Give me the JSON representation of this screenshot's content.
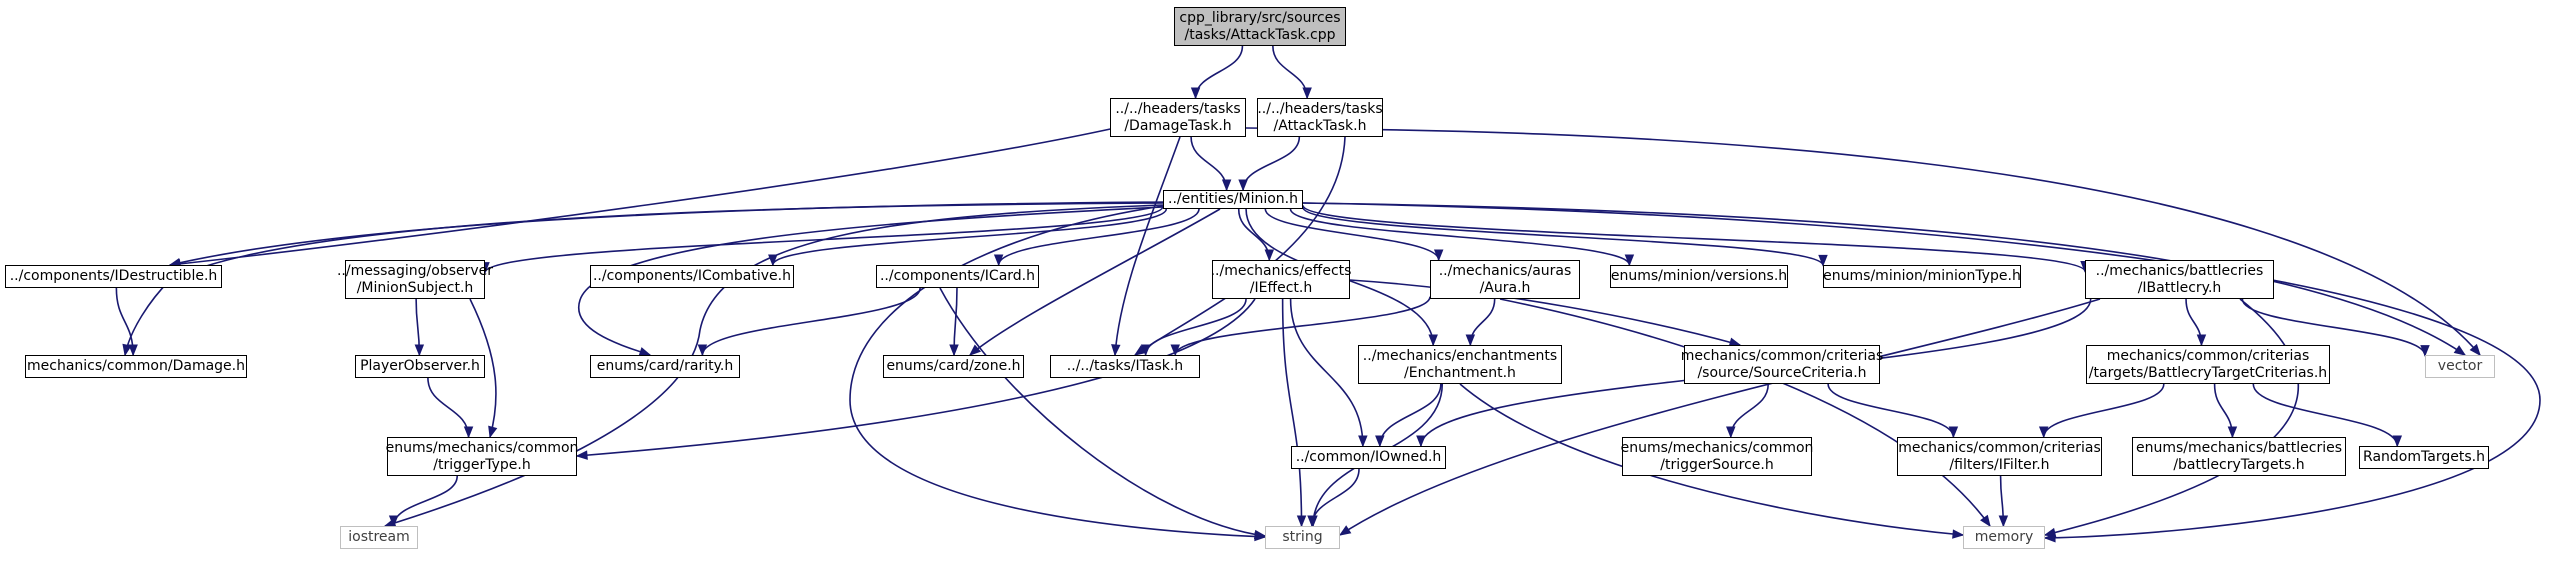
{
  "graph": {
    "edge_color": "#191970",
    "root_fill": "#bfbfbf",
    "external_border": "#bfbfbf",
    "nodes": [
      {
        "id": "attack_cpp",
        "label": [
          "cpp_library/src/sources",
          "/tasks/AttackTask.cpp"
        ],
        "kind": "root"
      },
      {
        "id": "damage_task_h",
        "label": [
          "../../headers/tasks",
          "/DamageTask.h"
        ],
        "kind": "normal"
      },
      {
        "id": "attack_task_h",
        "label": [
          "../../headers/tasks",
          "/AttackTask.h"
        ],
        "kind": "normal"
      },
      {
        "id": "minion_h",
        "label": [
          "../entities/Minion.h"
        ],
        "kind": "normal"
      },
      {
        "id": "idestructible_h",
        "label": [
          "../components/IDestructible.h"
        ],
        "kind": "normal"
      },
      {
        "id": "minion_subject_h",
        "label": [
          "../messaging/observer",
          "/MinionSubject.h"
        ],
        "kind": "normal"
      },
      {
        "id": "icombative_h",
        "label": [
          "../components/ICombative.h"
        ],
        "kind": "normal"
      },
      {
        "id": "icard_h",
        "label": [
          "../components/ICard.h"
        ],
        "kind": "normal"
      },
      {
        "id": "ieffect_h",
        "label": [
          "../mechanics/effects",
          "/IEffect.h"
        ],
        "kind": "normal"
      },
      {
        "id": "aura_h",
        "label": [
          "../mechanics/auras",
          "/Aura.h"
        ],
        "kind": "normal"
      },
      {
        "id": "versions_h",
        "label": [
          "enums/minion/versions.h"
        ],
        "kind": "normal"
      },
      {
        "id": "minion_type_h",
        "label": [
          "enums/minion/minionType.h"
        ],
        "kind": "normal"
      },
      {
        "id": "ibattlecry_h",
        "label": [
          "../mechanics/battlecries",
          "/IBattlecry.h"
        ],
        "kind": "normal"
      },
      {
        "id": "damage_h",
        "label": [
          "mechanics/common/Damage.h"
        ],
        "kind": "normal"
      },
      {
        "id": "player_observer_h",
        "label": [
          "PlayerObserver.h"
        ],
        "kind": "normal"
      },
      {
        "id": "rarity_h",
        "label": [
          "enums/card/rarity.h"
        ],
        "kind": "normal"
      },
      {
        "id": "zone_h",
        "label": [
          "enums/card/zone.h"
        ],
        "kind": "normal"
      },
      {
        "id": "itask_h",
        "label": [
          "../../tasks/ITask.h"
        ],
        "kind": "normal"
      },
      {
        "id": "enchantment_h",
        "label": [
          "../mechanics/enchantments",
          "/Enchantment.h"
        ],
        "kind": "normal"
      },
      {
        "id": "source_criteria_h",
        "label": [
          "mechanics/common/criterias",
          "/source/SourceCriteria.h"
        ],
        "kind": "normal"
      },
      {
        "id": "battlecry_target_criteria_h",
        "label": [
          "mechanics/common/criterias",
          "/targets/BattlecryTargetCriterias.h"
        ],
        "kind": "normal"
      },
      {
        "id": "vector",
        "label": [
          "vector"
        ],
        "kind": "external"
      },
      {
        "id": "trigger_type_h",
        "label": [
          "enums/mechanics/common",
          "/triggerType.h"
        ],
        "kind": "normal"
      },
      {
        "id": "iowned_h",
        "label": [
          "../common/IOwned.h"
        ],
        "kind": "normal"
      },
      {
        "id": "trigger_source_h",
        "label": [
          "enums/mechanics/common",
          "/triggerSource.h"
        ],
        "kind": "normal"
      },
      {
        "id": "ifilter_h",
        "label": [
          "mechanics/common/criterias",
          "/filters/IFilter.h"
        ],
        "kind": "normal"
      },
      {
        "id": "battlecry_targets_h",
        "label": [
          "enums/mechanics/battlecries",
          "/battlecryTargets.h"
        ],
        "kind": "normal"
      },
      {
        "id": "random_targets_h",
        "label": [
          "RandomTargets.h"
        ],
        "kind": "normal"
      },
      {
        "id": "iostream",
        "label": [
          "iostream"
        ],
        "kind": "external"
      },
      {
        "id": "string",
        "label": [
          "string"
        ],
        "kind": "external"
      },
      {
        "id": "memory",
        "label": [
          "memory"
        ],
        "kind": "external"
      }
    ],
    "edges": [
      [
        "attack_cpp",
        "damage_task_h"
      ],
      [
        "attack_cpp",
        "attack_task_h"
      ],
      [
        "damage_task_h",
        "minion_h"
      ],
      [
        "damage_task_h",
        "idestructible_h"
      ],
      [
        "damage_task_h",
        "itask_h"
      ],
      [
        "damage_task_h",
        "vector"
      ],
      [
        "attack_task_h",
        "minion_h"
      ],
      [
        "attack_task_h",
        "itask_h"
      ],
      [
        "minion_h",
        "idestructible_h"
      ],
      [
        "minion_h",
        "damage_h"
      ],
      [
        "minion_h",
        "minion_subject_h"
      ],
      [
        "minion_h",
        "icombative_h"
      ],
      [
        "minion_h",
        "icard_h"
      ],
      [
        "minion_h",
        "ieffect_h"
      ],
      [
        "minion_h",
        "aura_h"
      ],
      [
        "minion_h",
        "versions_h"
      ],
      [
        "minion_h",
        "minion_type_h"
      ],
      [
        "minion_h",
        "ibattlecry_h"
      ],
      [
        "minion_h",
        "rarity_h"
      ],
      [
        "minion_h",
        "zone_h"
      ],
      [
        "minion_h",
        "enchantment_h"
      ],
      [
        "minion_h",
        "iostream"
      ],
      [
        "minion_h",
        "string"
      ],
      [
        "minion_h",
        "vector"
      ],
      [
        "minion_h",
        "memory"
      ],
      [
        "idestructible_h",
        "damage_h"
      ],
      [
        "minion_subject_h",
        "player_observer_h"
      ],
      [
        "minion_subject_h",
        "trigger_type_h"
      ],
      [
        "player_observer_h",
        "trigger_type_h"
      ],
      [
        "trigger_type_h",
        "iostream"
      ],
      [
        "icard_h",
        "rarity_h"
      ],
      [
        "icard_h",
        "zone_h"
      ],
      [
        "icard_h",
        "string"
      ],
      [
        "ieffect_h",
        "itask_h"
      ],
      [
        "ieffect_h",
        "trigger_type_h"
      ],
      [
        "ieffect_h",
        "iowned_h"
      ],
      [
        "ieffect_h",
        "string"
      ],
      [
        "ieffect_h",
        "source_criteria_h"
      ],
      [
        "aura_h",
        "itask_h"
      ],
      [
        "aura_h",
        "enchantment_h"
      ],
      [
        "aura_h",
        "memory"
      ],
      [
        "enchantment_h",
        "iowned_h"
      ],
      [
        "enchantment_h",
        "string"
      ],
      [
        "enchantment_h",
        "memory"
      ],
      [
        "iowned_h",
        "string"
      ],
      [
        "source_criteria_h",
        "trigger_source_h"
      ],
      [
        "source_criteria_h",
        "ifilter_h"
      ],
      [
        "ibattlecry_h",
        "battlecry_target_criteria_h"
      ],
      [
        "ibattlecry_h",
        "vector"
      ],
      [
        "ibattlecry_h",
        "memory"
      ],
      [
        "ibattlecry_h",
        "string"
      ],
      [
        "ibattlecry_h",
        "iowned_h"
      ],
      [
        "battlecry_target_criteria_h",
        "ifilter_h"
      ],
      [
        "battlecry_target_criteria_h",
        "battlecry_targets_h"
      ],
      [
        "battlecry_target_criteria_h",
        "random_targets_h"
      ],
      [
        "ifilter_h",
        "memory"
      ]
    ]
  }
}
